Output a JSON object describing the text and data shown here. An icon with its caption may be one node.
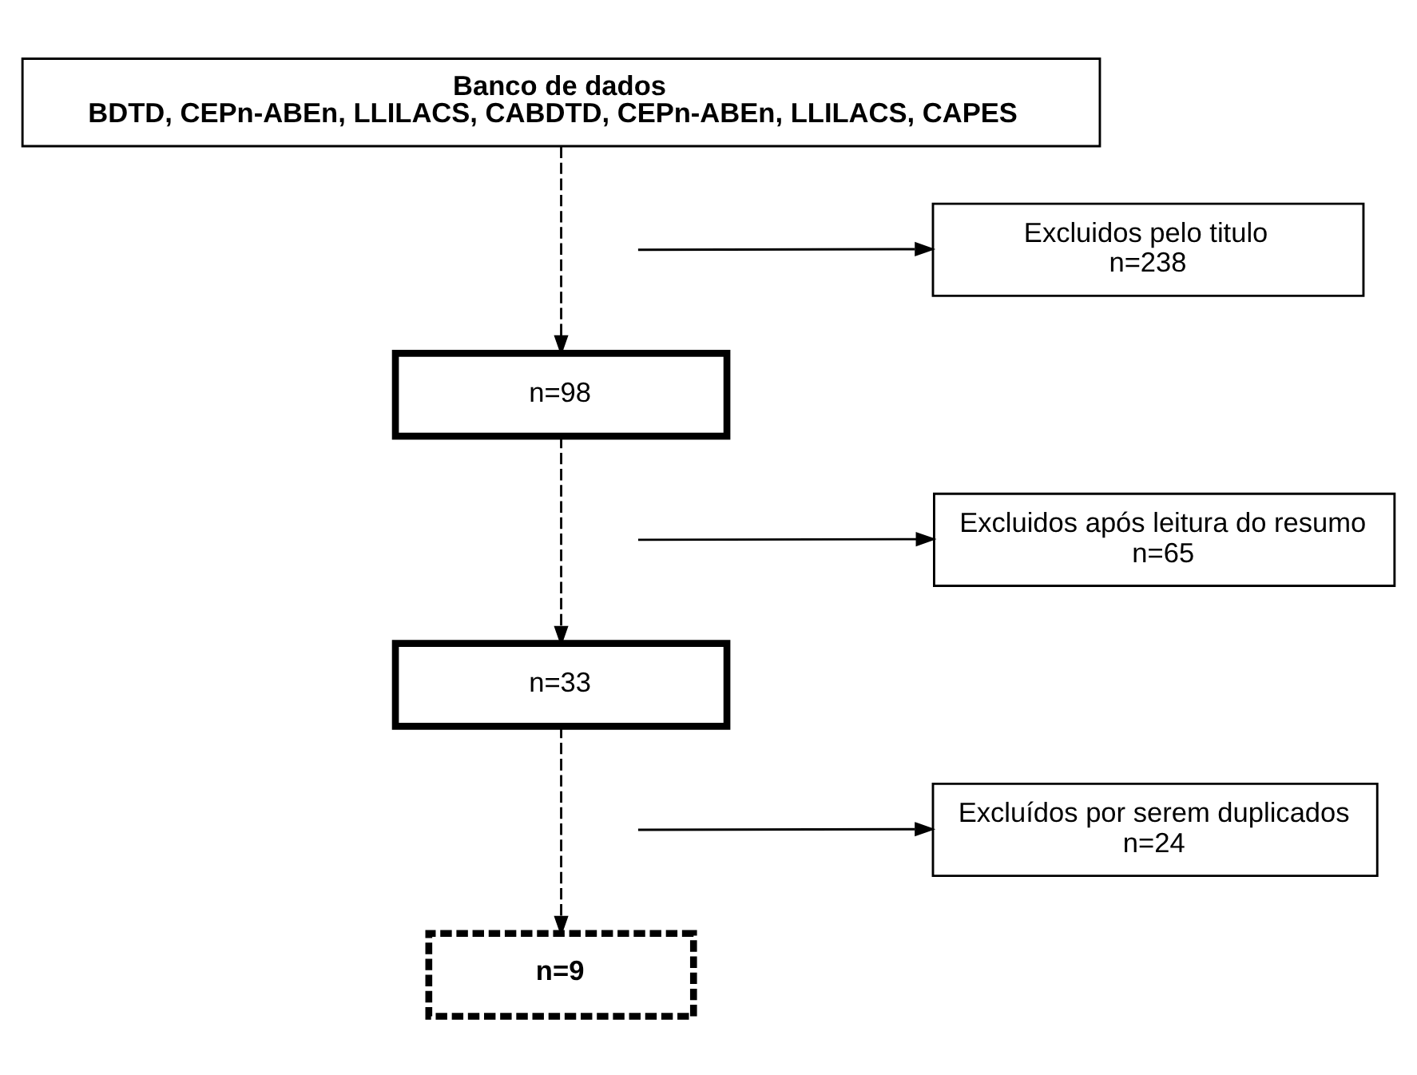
{
  "diagram": {
    "nodes": [
      {
        "text": [
          "Banco de dados",
          "BDTD, CEPn-ABEn, LLILACS, CABDTD, CEPn-ABEn, LLILACS, CAPES"
        ]
      },
      {
        "text": [
          "Excluidos pelo titulo",
          "n=238"
        ]
      },
      {
        "text": [
          "n=98"
        ]
      },
      {
        "text": [
          "Excluidos após leitura do resumo",
          "n=65"
        ]
      },
      {
        "text": [
          "n=33"
        ]
      },
      {
        "text": [
          "Excluídos por serem duplicados",
          "n=24"
        ]
      },
      {
        "text": [
          "n=9"
        ]
      }
    ],
    "edges": [
      {
        "from": 0,
        "to": 2,
        "arrow": "to",
        "style": "dashed"
      },
      {
        "from": null,
        "to": 1,
        "arrow": "to"
      },
      {
        "from": 2,
        "to": 4,
        "arrow": "to",
        "style": "dashed"
      },
      {
        "from": null,
        "to": 3,
        "arrow": "to"
      },
      {
        "from": 4,
        "to": 6,
        "arrow": "to",
        "style": "dashed"
      },
      {
        "from": null,
        "to": 5,
        "arrow": "to"
      }
    ]
  }
}
